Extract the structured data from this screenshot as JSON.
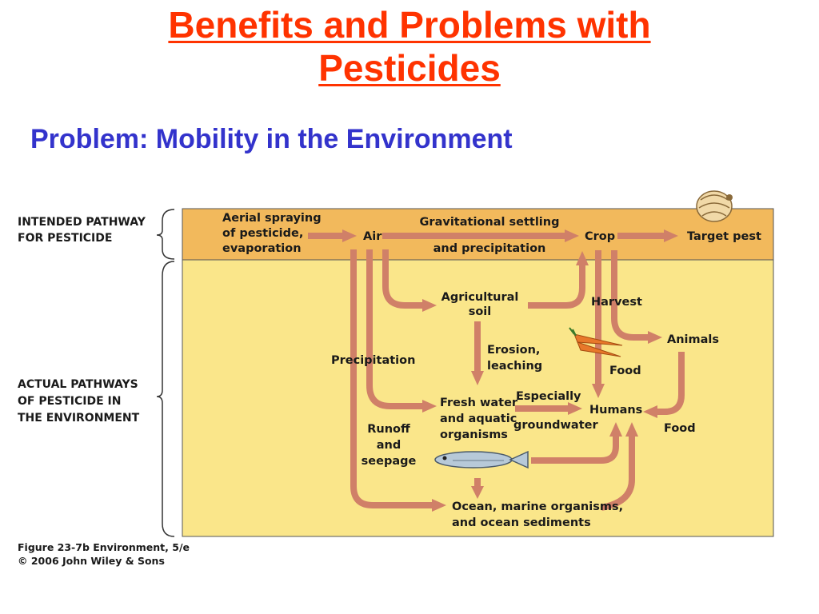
{
  "title": {
    "line1": "Benefits and Problems with",
    "line2": "Pesticides"
  },
  "subtitle": "Problem: Mobility in the Environment",
  "side_labels": {
    "intended": [
      "INTENDED PATHWAY",
      "FOR PESTICIDE"
    ],
    "actual": [
      "ACTUAL PATHWAYS",
      "OF PESTICIDE IN",
      "THE ENVIRONMENT"
    ]
  },
  "nodes": {
    "aerial": [
      "Aerial spraying",
      "of pesticide,",
      "evaporation"
    ],
    "air": "Air",
    "gravitational": "Gravitational settling",
    "precipitation_top": "and precipitation",
    "crop": "Crop",
    "target_pest": "Target pest",
    "ag_soil": [
      "Agricultural",
      "soil"
    ],
    "harvest": "Harvest",
    "animals": "Animals",
    "precipitation": "Precipitation",
    "erosion": [
      "Erosion,",
      "leaching"
    ],
    "food_carrot": "Food",
    "fresh_water": [
      "Fresh water",
      "and aquatic",
      "organisms"
    ],
    "especially": [
      "Especially",
      "groundwater"
    ],
    "humans": "Humans",
    "food_animals": "Food",
    "runoff": [
      "Runoff",
      "and",
      "seepage"
    ],
    "ocean": [
      "Ocean, marine organisms,",
      "and ocean sediments"
    ]
  },
  "credit": [
    "Figure 23-7b  Environment, 5/e",
    "© 2006 John Wiley & Sons"
  ],
  "colors": {
    "title": "#ff3300",
    "subtitle": "#3333cc",
    "intended_band": "#f2b95c",
    "actual_band": "#fae68a",
    "arrow": "#d08068"
  }
}
